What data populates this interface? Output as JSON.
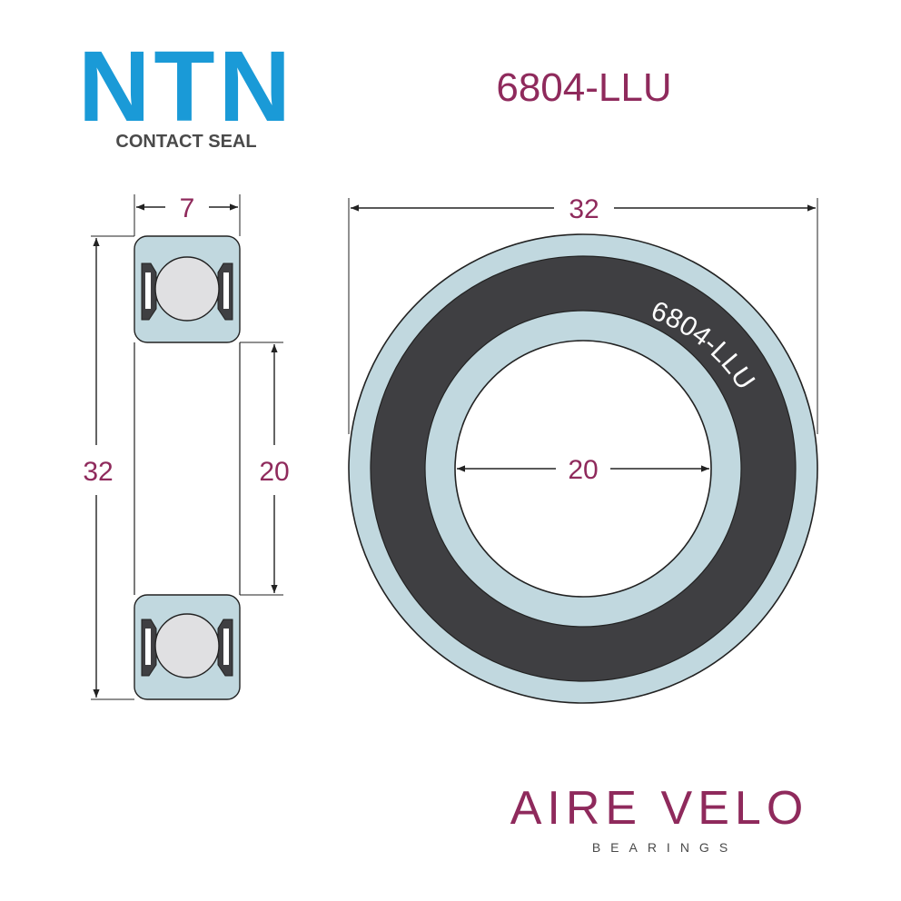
{
  "brand": {
    "name": "NTN",
    "seal_type": "CONTACT SEAL"
  },
  "part_number": "6804-LLU",
  "side_view": {
    "width_label": "7",
    "outer_diameter_label": "32",
    "inner_diameter_label": "20"
  },
  "front_view": {
    "outer_diameter_label": "32",
    "inner_diameter_label": "20",
    "ring_marking": "6804-LLU"
  },
  "vendor": {
    "name": "AIRE VELO",
    "tagline": "BEARINGS"
  },
  "colors": {
    "accent": "#8f2a5c",
    "brand_blue": "#1a9ad7",
    "ring": "#c1d8df",
    "seal": "#3f3f42",
    "ball": "#e0e0e2"
  }
}
